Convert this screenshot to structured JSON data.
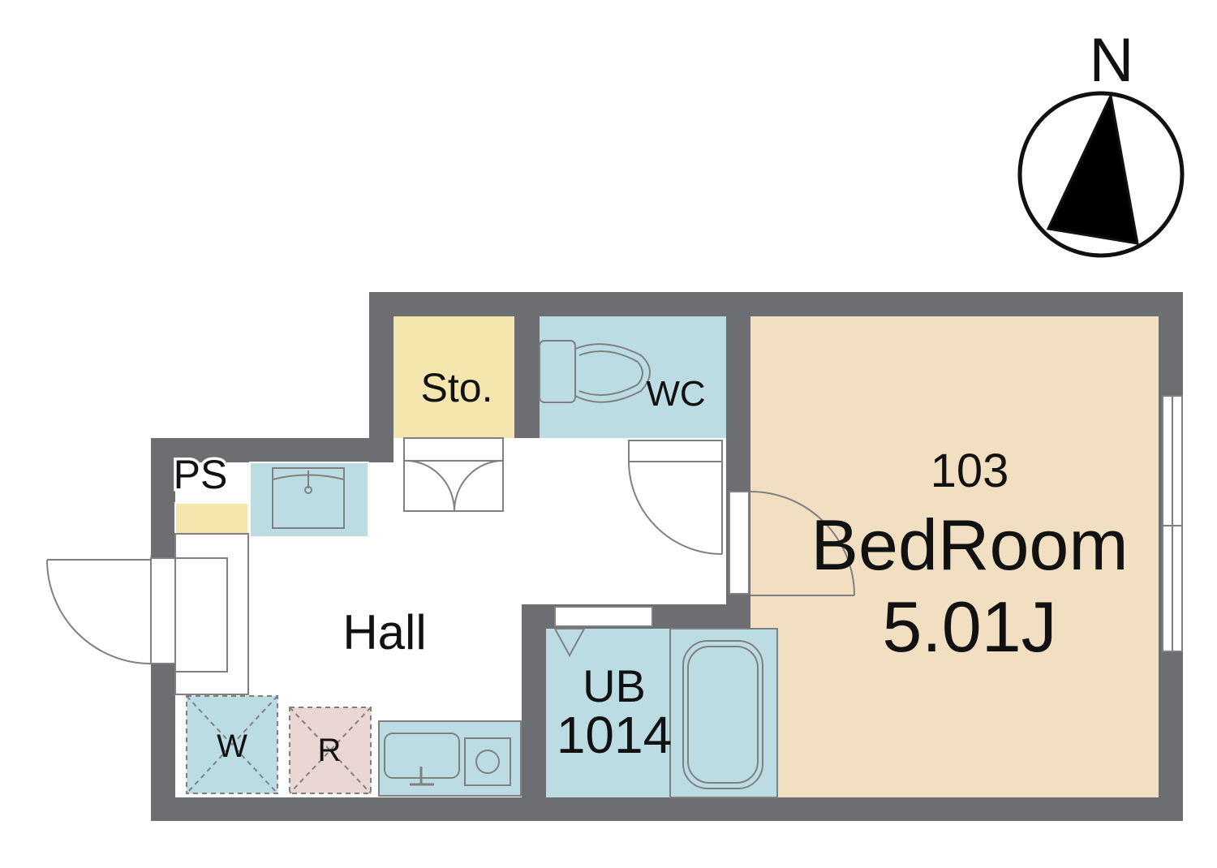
{
  "compass": {
    "north_label": "N"
  },
  "rooms": {
    "storage": {
      "label": "Sto."
    },
    "toilet": {
      "label": "WC"
    },
    "pipe_space": {
      "label": "PS"
    },
    "hall": {
      "label": "Hall"
    },
    "washer": {
      "label": "W"
    },
    "refrigerator": {
      "label": "R"
    },
    "unit_bath": {
      "label": "UB",
      "size": "1014"
    },
    "bedroom": {
      "number": "103",
      "label": "BedRoom",
      "size": "5.01J"
    }
  },
  "colors": {
    "wall": "#6d6e71",
    "bedroom_floor": "#f2dfc2",
    "wet_area": "#bcdce4",
    "storage": "#f5e6ad",
    "fridge_space": "#ead7d3",
    "fixture_line": "#808080"
  }
}
